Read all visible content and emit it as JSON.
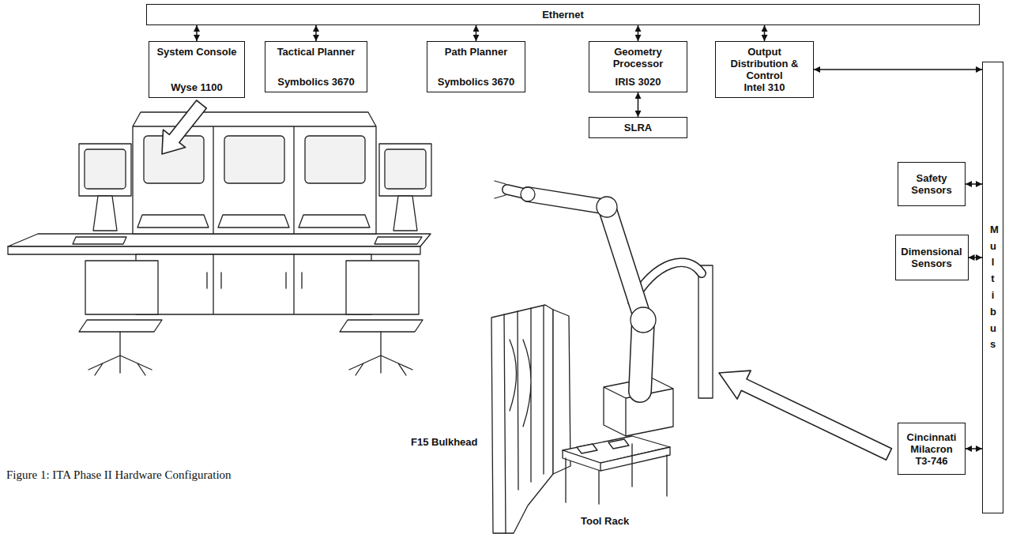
{
  "diagram": {
    "caption": "Figure 1: ITA Phase II Hardware Configuration",
    "nodes": [
      {
        "text": [
          "Ethernet"
        ]
      },
      {
        "text": [
          "System Console",
          "Wyse 1100"
        ]
      },
      {
        "text": [
          "Tactical Planner",
          "Symbolics 3670"
        ]
      },
      {
        "text": [
          "Path Planner",
          "Symbolics 3670"
        ]
      },
      {
        "text": [
          "Geometry Processor",
          "IRIS 3020"
        ]
      },
      {
        "text": [
          "Output Distribution & Control",
          "Intel 310"
        ]
      },
      {
        "text": [
          "SLRA"
        ]
      },
      {
        "text": [
          "Safety Sensors"
        ]
      },
      {
        "text": [
          "Dimensional Sensors"
        ]
      },
      {
        "text": [
          "Cincinnati Milacron T3-746"
        ]
      },
      {
        "text": [
          "Multibus"
        ]
      }
    ],
    "edges": [
      {
        "from": 0,
        "to": 1,
        "arrow": "both"
      },
      {
        "from": 0,
        "to": 2,
        "arrow": "both"
      },
      {
        "from": 0,
        "to": 3,
        "arrow": "both"
      },
      {
        "from": 0,
        "to": 4,
        "arrow": "both"
      },
      {
        "from": 0,
        "to": 5,
        "arrow": "both"
      },
      {
        "from": 4,
        "to": 6,
        "arrow": "both"
      },
      {
        "from": 5,
        "to": 10,
        "arrow": "both"
      },
      {
        "from": 7,
        "to": 10,
        "arrow": "both"
      },
      {
        "from": 8,
        "to": 10,
        "arrow": "both"
      },
      {
        "from": 9,
        "to": 10,
        "arrow": "both"
      }
    ],
    "labels": [
      "F15 Bulkhead",
      "Tool Rack"
    ]
  }
}
